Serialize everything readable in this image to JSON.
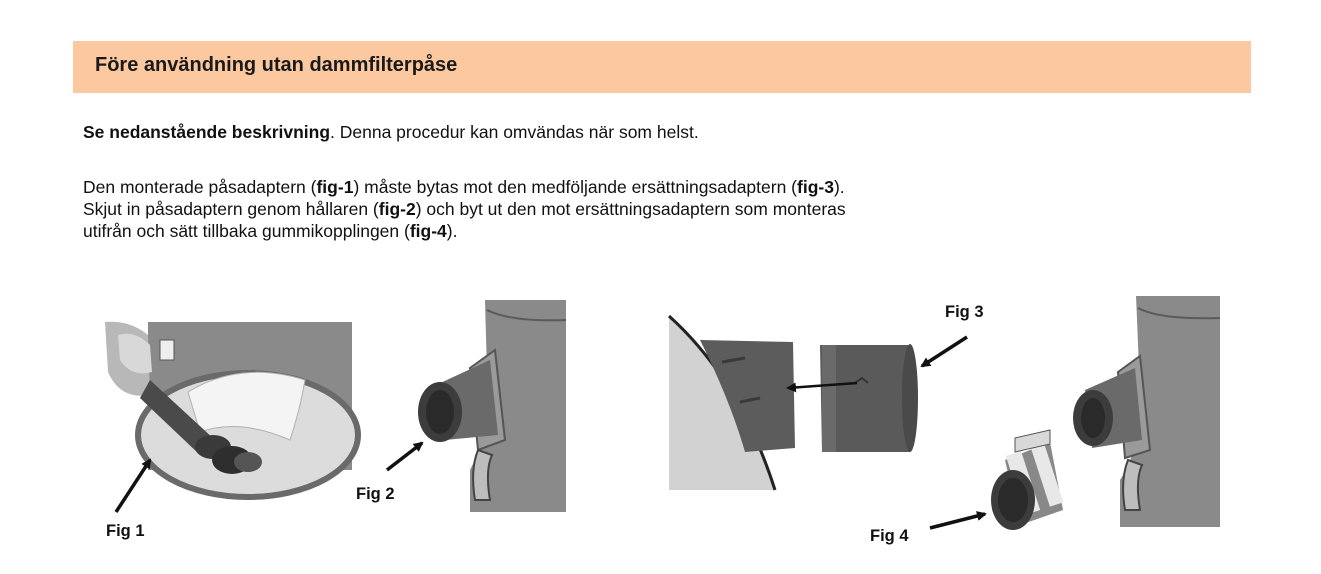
{
  "section": {
    "title": "Före användning utan dammfilterpåse"
  },
  "intro": {
    "bold": "Se nedanstående beskrivning",
    "rest": ". Denna procedur kan omvändas när som helst."
  },
  "instructions": {
    "line1": {
      "a": "Den monterade påsadaptern (",
      "ref1": "fig-1",
      "b": ") måste bytas mot den medföljande ersättningsadaptern (",
      "ref2": "fig-3",
      "c": ")."
    },
    "line2": {
      "a": "Skjut in påsadaptern genom hållaren (",
      "ref1": "fig-2",
      "b": ") och byt ut den mot ersättningsadaptern som monteras"
    },
    "line3": {
      "a": "utifrån och sätt tillbaka gummikopplingen (",
      "ref1": "fig-4",
      "b": ")."
    }
  },
  "figures": {
    "fig1": "Fig 1",
    "fig2": "Fig 2",
    "fig3": "Fig 3",
    "fig4": "Fig 4"
  },
  "colors": {
    "section_bar": "#fcc8a0",
    "device_gray": "#7b7b7b",
    "dark_gray": "#444444"
  }
}
